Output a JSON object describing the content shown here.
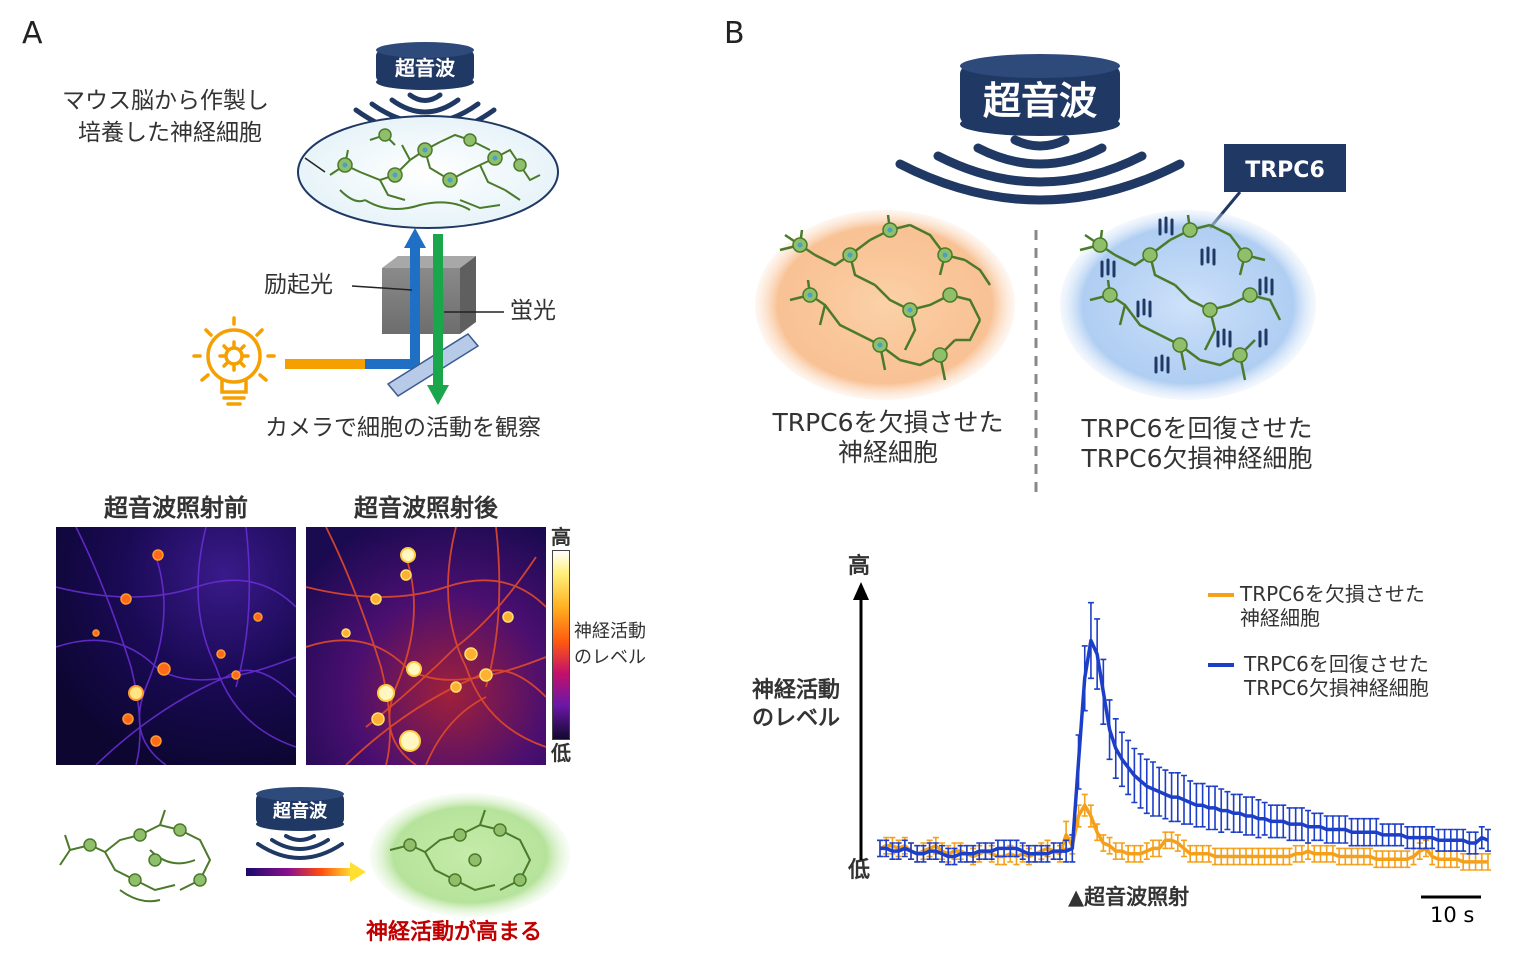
{
  "panel_a": {
    "letter": "A",
    "ultrasound_label": "超音波",
    "culture_label": [
      "マウス脳から作製し",
      "培養した神経細胞"
    ],
    "excitation_label": "励起光",
    "fluorescence_label": "蛍光",
    "camera_label": "カメラで細胞の活動を観察",
    "before_title": "超音波照射前",
    "after_title": "超音波照射後",
    "colorbar_high": "高",
    "colorbar_low": "低",
    "colorbar_label": [
      "神経活動",
      "のレベル"
    ],
    "bottom_ultrasound_label": "超音波",
    "result_label": "神経活動が高まる",
    "colors": {
      "result_text": "#c00000",
      "ultrasound": "#1f3864",
      "excitation": "#1f6fc5",
      "fluorescence": "#1aa64a",
      "light": "#f5a000"
    }
  },
  "panel_b": {
    "letter": "B",
    "ultrasound_label": "超音波",
    "trpc6_tag": "TRPC6",
    "left_group_label": [
      "TRPC6を欠損させた",
      "神経細胞"
    ],
    "right_group_label": [
      "TRPC6を回復させた",
      "TRPC6欠損神経細胞"
    ],
    "colors": {
      "left_glow": "#f7a85e",
      "right_glow": "#7fb2ea"
    }
  },
  "chart_data": {
    "type": "line",
    "y_axis_label": [
      "神経活動",
      "のレベル"
    ],
    "y_high": "高",
    "y_low": "低",
    "stimulus_label": "▲超音波照射",
    "scale_bar_label": "10 s",
    "error_bars": true,
    "legend_position": "top-right",
    "series": [
      {
        "name": "TRPC6を欠損させた\n神経細胞",
        "legend_lines": [
          "TRPC6を欠損させた",
          "神経細胞"
        ],
        "color": "#f5a01a",
        "values": [
          0.08,
          0.09,
          0.09,
          0.08,
          0.09,
          0.07,
          0.06,
          0.07,
          0.08,
          0.09,
          0.07,
          0.06,
          0.07,
          0.07,
          0.06,
          0.05,
          0.06,
          0.07,
          0.06,
          0.05,
          0.05,
          0.06,
          0.05,
          0.06,
          0.05,
          0.06,
          0.07,
          0.08,
          0.07,
          0.06,
          0.13,
          0.09,
          0.2,
          0.24,
          0.2,
          0.14,
          0.1,
          0.09,
          0.07,
          0.07,
          0.06,
          0.06,
          0.06,
          0.07,
          0.08,
          0.08,
          0.11,
          0.11,
          0.1,
          0.08,
          0.06,
          0.06,
          0.06,
          0.06,
          0.05,
          0.05,
          0.05,
          0.05,
          0.05,
          0.05,
          0.05,
          0.05,
          0.05,
          0.05,
          0.05,
          0.05,
          0.05,
          0.06,
          0.06,
          0.07,
          0.06,
          0.06,
          0.06,
          0.06,
          0.05,
          0.05,
          0.05,
          0.05,
          0.05,
          0.05,
          0.04,
          0.04,
          0.04,
          0.04,
          0.04,
          0.04,
          0.05,
          0.07,
          0.08,
          0.05,
          0.04,
          0.04,
          0.04,
          0.04,
          0.03,
          0.03,
          0.03,
          0.03,
          0.03
        ],
        "errors": [
          0.03,
          0.03,
          0.03,
          0.03,
          0.03,
          0.03,
          0.03,
          0.03,
          0.03,
          0.03,
          0.03,
          0.03,
          0.03,
          0.03,
          0.03,
          0.03,
          0.03,
          0.03,
          0.03,
          0.03,
          0.03,
          0.03,
          0.03,
          0.03,
          0.03,
          0.03,
          0.03,
          0.03,
          0.03,
          0.03,
          0.05,
          0.03,
          0.04,
          0.04,
          0.04,
          0.03,
          0.03,
          0.03,
          0.03,
          0.03,
          0.03,
          0.03,
          0.03,
          0.03,
          0.03,
          0.03,
          0.03,
          0.03,
          0.03,
          0.03,
          0.03,
          0.03,
          0.03,
          0.03,
          0.03,
          0.03,
          0.03,
          0.03,
          0.03,
          0.03,
          0.03,
          0.03,
          0.03,
          0.03,
          0.03,
          0.03,
          0.03,
          0.03,
          0.03,
          0.03,
          0.03,
          0.03,
          0.03,
          0.03,
          0.03,
          0.03,
          0.03,
          0.03,
          0.03,
          0.03,
          0.03,
          0.03,
          0.03,
          0.03,
          0.03,
          0.03,
          0.03,
          0.03,
          0.03,
          0.03,
          0.03,
          0.03,
          0.03,
          0.03,
          0.03,
          0.03,
          0.03,
          0.03,
          0.03
        ]
      },
      {
        "name": "TRPC6を回復させた\nTRPC6欠損神経細胞",
        "legend_lines": [
          "TRPC6を回復させた",
          "TRPC6欠損神経細胞"
        ],
        "color": "#1d3fc7",
        "values": [
          0.08,
          0.08,
          0.07,
          0.07,
          0.08,
          0.07,
          0.06,
          0.06,
          0.07,
          0.07,
          0.06,
          0.05,
          0.05,
          0.06,
          0.06,
          0.06,
          0.07,
          0.07,
          0.07,
          0.08,
          0.08,
          0.08,
          0.08,
          0.07,
          0.06,
          0.06,
          0.06,
          0.06,
          0.07,
          0.07,
          0.07,
          0.08,
          0.4,
          0.71,
          0.85,
          0.8,
          0.66,
          0.52,
          0.45,
          0.41,
          0.38,
          0.35,
          0.33,
          0.31,
          0.3,
          0.29,
          0.28,
          0.27,
          0.27,
          0.26,
          0.25,
          0.24,
          0.24,
          0.23,
          0.23,
          0.22,
          0.22,
          0.21,
          0.21,
          0.2,
          0.2,
          0.19,
          0.19,
          0.18,
          0.18,
          0.18,
          0.17,
          0.17,
          0.17,
          0.16,
          0.16,
          0.16,
          0.15,
          0.15,
          0.15,
          0.15,
          0.14,
          0.14,
          0.14,
          0.14,
          0.14,
          0.13,
          0.13,
          0.13,
          0.13,
          0.12,
          0.12,
          0.12,
          0.12,
          0.12,
          0.11,
          0.11,
          0.11,
          0.11,
          0.11,
          0.1,
          0.1,
          0.12,
          0.11
        ],
        "errors": [
          0.03,
          0.03,
          0.03,
          0.03,
          0.03,
          0.03,
          0.03,
          0.03,
          0.03,
          0.03,
          0.03,
          0.03,
          0.03,
          0.03,
          0.03,
          0.03,
          0.03,
          0.03,
          0.03,
          0.03,
          0.03,
          0.03,
          0.03,
          0.03,
          0.03,
          0.03,
          0.03,
          0.03,
          0.03,
          0.03,
          0.04,
          0.05,
          0.1,
          0.12,
          0.14,
          0.13,
          0.12,
          0.11,
          0.11,
          0.1,
          0.1,
          0.1,
          0.1,
          0.1,
          0.1,
          0.09,
          0.09,
          0.09,
          0.09,
          0.09,
          0.08,
          0.08,
          0.08,
          0.08,
          0.08,
          0.08,
          0.07,
          0.07,
          0.07,
          0.07,
          0.07,
          0.07,
          0.06,
          0.06,
          0.06,
          0.06,
          0.06,
          0.06,
          0.06,
          0.06,
          0.05,
          0.05,
          0.05,
          0.05,
          0.05,
          0.05,
          0.05,
          0.05,
          0.05,
          0.05,
          0.05,
          0.04,
          0.04,
          0.04,
          0.04,
          0.04,
          0.04,
          0.04,
          0.04,
          0.04,
          0.04,
          0.04,
          0.04,
          0.04,
          0.04,
          0.04,
          0.04,
          0.04,
          0.04
        ]
      }
    ],
    "stimulus_index": 30,
    "ylim": [
      0,
      1
    ]
  }
}
